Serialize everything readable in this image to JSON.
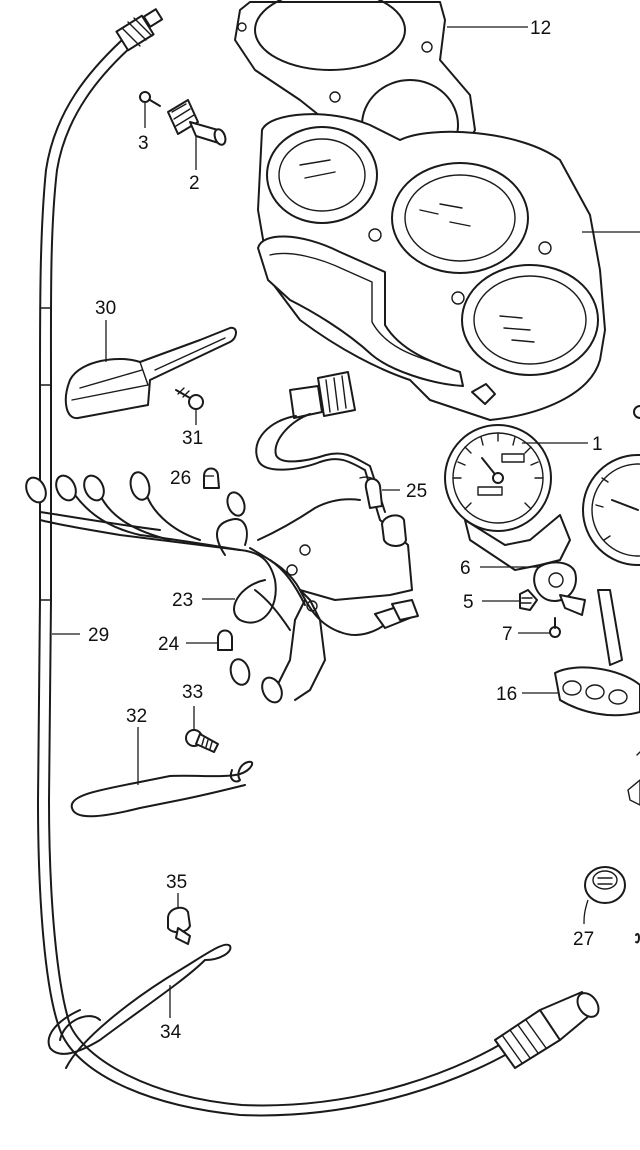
{
  "callouts": [
    "12",
    "3",
    "2",
    "30",
    "31",
    "26",
    "25",
    "1",
    "6",
    "5",
    "7",
    "23",
    "29",
    "24",
    "33",
    "32",
    "16",
    "35",
    "34",
    "27"
  ],
  "colors": {
    "line": "#1a1a1a",
    "background": "#ffffff"
  }
}
